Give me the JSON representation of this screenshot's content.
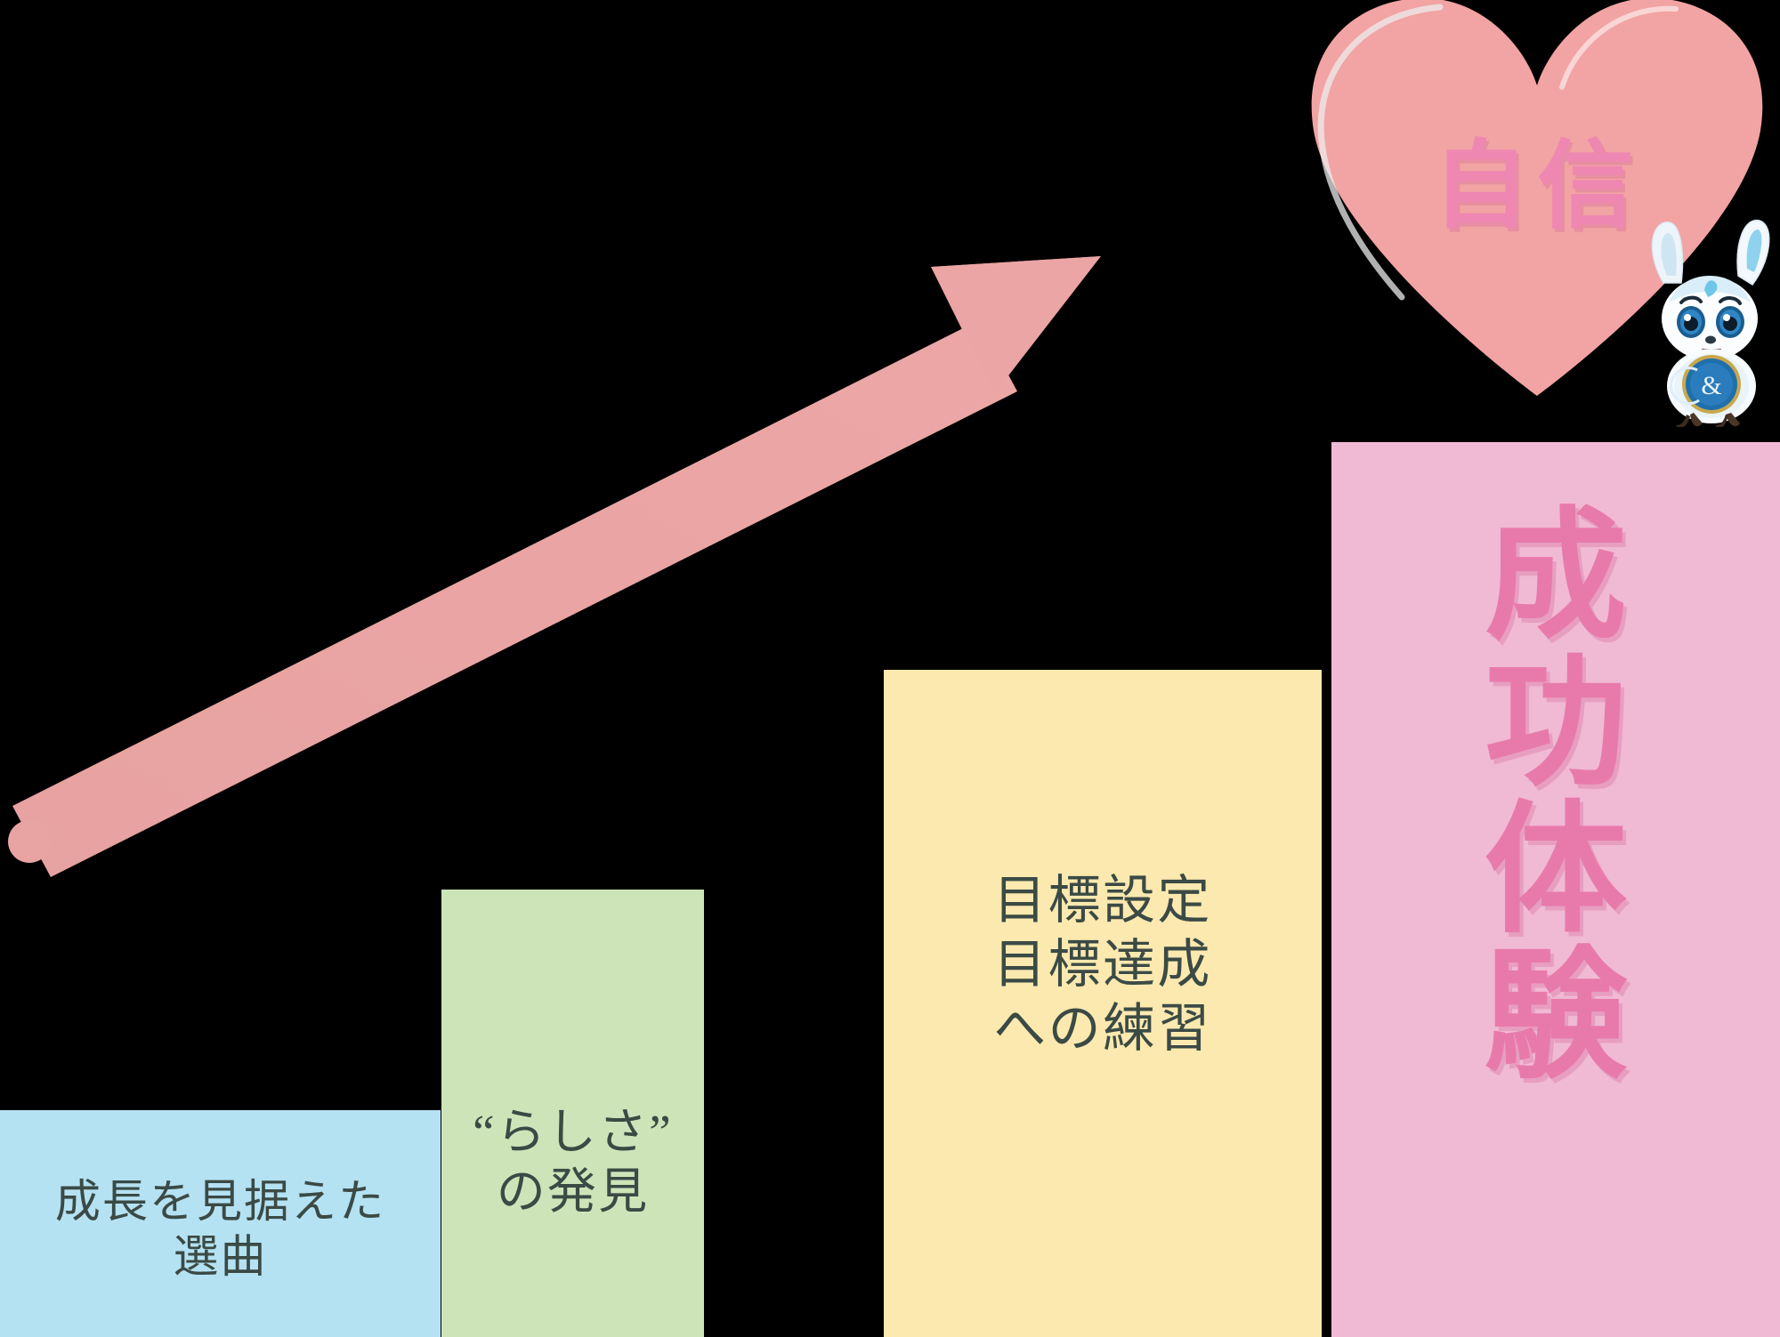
{
  "diagram": {
    "title_hidden": "",
    "background_color": "#000000",
    "steps": [
      {
        "id": "step-1",
        "label": "成長を見据えた\n選曲",
        "color": "#b4e2f3",
        "text_color": "#3b4a45",
        "order": 1
      },
      {
        "id": "step-2",
        "label": "“らしさ”\nの発見",
        "color": "#cde4b9",
        "text_color": "#3b4a45",
        "order": 2
      },
      {
        "id": "step-3",
        "label": "目標設定\n目標達成\nへの練習",
        "color": "#fce9af",
        "text_color": "#3b4a45",
        "order": 3
      },
      {
        "id": "step-4",
        "label_chars": [
          "成",
          "功",
          "体",
          "験"
        ],
        "label": "成功体験",
        "color": "#f0b9d4",
        "text_color": "#e87aab",
        "order": 4
      }
    ],
    "arrow": {
      "name": "growth-arrow",
      "color": "#e8a0a0",
      "direction": "up-right"
    },
    "heart": {
      "name": "heart-shape",
      "color": "#f2a3a3",
      "label": "自信",
      "label_color": "#ee87b2"
    },
    "mascot": {
      "name": "mascot-character",
      "badge_symbol": "&",
      "badge_color": "#1f6fad",
      "body_color": "#f4f8fb",
      "accent_color": "#6ec6e8"
    }
  }
}
